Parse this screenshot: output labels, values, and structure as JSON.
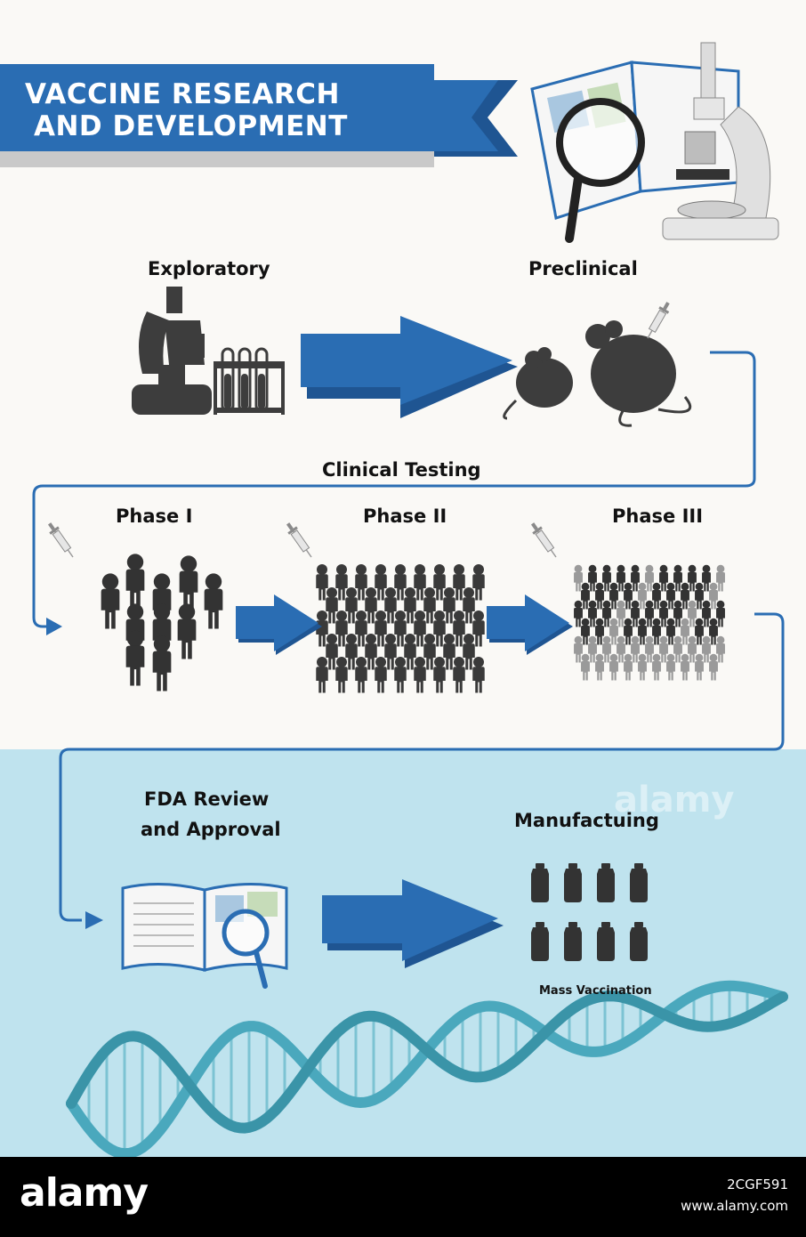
{
  "title": {
    "line1": "VACCINE RESEARCH",
    "line2": "AND DEVELOPMENT"
  },
  "stages": {
    "exploratory": "Exploratory",
    "preclinical": "Preclinical",
    "clinical_testing": "Clinical Testing",
    "phase1": "Phase I",
    "phase2": "Phase II",
    "phase3": "Phase III",
    "fda_line1": "FDA Review",
    "fda_line2": "and Approval",
    "manufacturing": "Manufactuing",
    "mass_vaccination": "Mass Vaccination"
  },
  "watermark": "alamy",
  "footer": {
    "logo": "alamy",
    "image_id": "2CGF591",
    "url": "www.alamy.com"
  },
  "colors": {
    "blue": "#2a6db3",
    "blue_dark": "#1f5592",
    "light_blue_bg": "#bfe3ee",
    "silhouette": "#3d3d3d",
    "dna": "#4aa8bd"
  },
  "icons": [
    "microscope-icon",
    "test-tubes-icon",
    "mice-icon",
    "syringe-icon",
    "people-icon",
    "book-magnifier-icon",
    "vaccine-vials-icon",
    "dna-icon"
  ]
}
